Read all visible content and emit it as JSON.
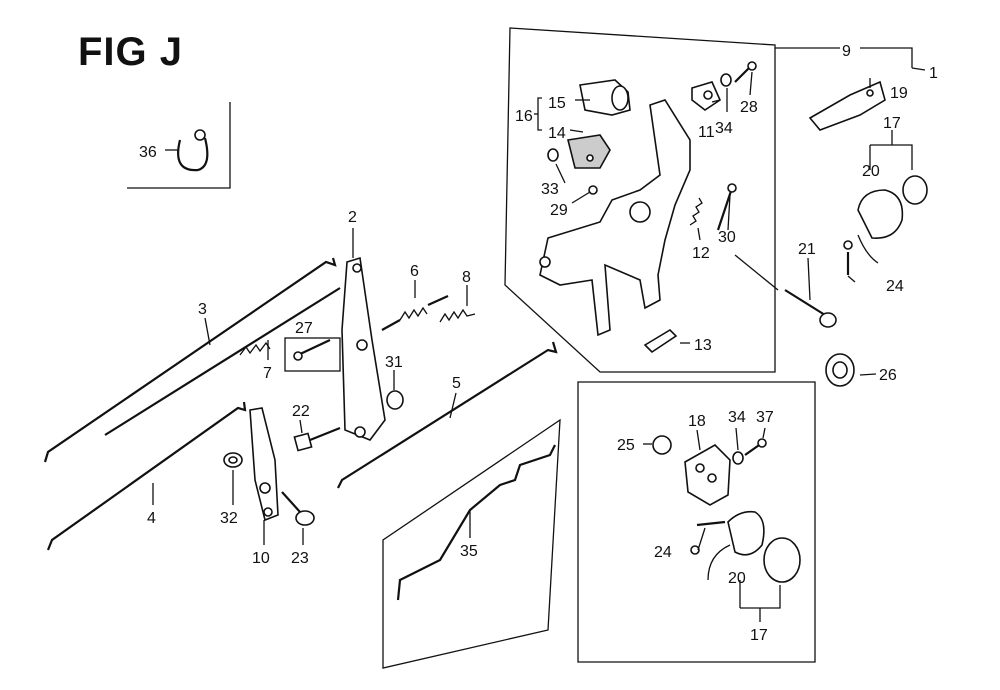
{
  "title": "FIG J",
  "callouts": {
    "c1": "1",
    "c2": "2",
    "c3": "3",
    "c4": "4",
    "c5": "5",
    "c6": "6",
    "c7": "7",
    "c8": "8",
    "c9": "9",
    "c10": "10",
    "c11": "11",
    "c12": "12",
    "c13": "13",
    "c14": "14",
    "c15": "15",
    "c16": "16",
    "c17a": "17",
    "c17b": "17",
    "c18a": "18",
    "c19": "19",
    "c20a": "20",
    "c20b": "20",
    "c21": "21",
    "c22": "22",
    "c23": "23",
    "c24a": "24",
    "c24b": "24",
    "c25": "25",
    "c26": "26",
    "c27": "27",
    "c28": "28",
    "c29": "29",
    "c30": "30",
    "c31": "31",
    "c32": "32",
    "c33": "33",
    "c34a": "34",
    "c34b": "34",
    "c35": "35",
    "c36": "36",
    "c37": "37"
  }
}
